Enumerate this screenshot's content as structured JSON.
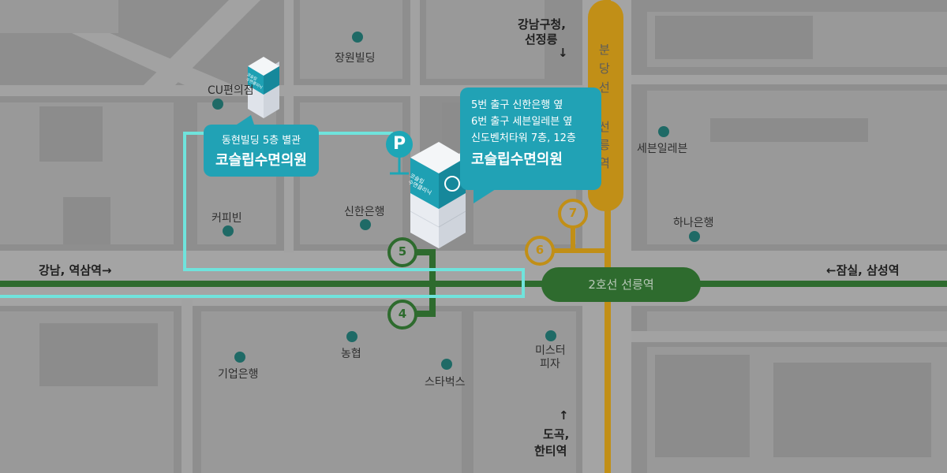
{
  "poi_labels": {
    "jangwon_building": "장원빌딩",
    "cu": "CU편의점",
    "coffee_bean": "커피빈",
    "shinhan": "신한은행",
    "seven_eleven": "세븐일레븐",
    "hana": "하나은행",
    "ibk": "기업은행",
    "nonghyup": "농협",
    "starbucks": "스타벅스",
    "mister_pizza_line1": "미스터",
    "mister_pizza_line2": "피자"
  },
  "directions": {
    "gangnam_gu_office_line1": "강남구청,",
    "gangnam_gu_office_line2": "선정릉",
    "gangnam_gu_office_arrow": "↓",
    "gangnam_station": "강남, 역삼역→",
    "jamsil_station": "←잠실, 삼성역",
    "dogok_arrow": "↑",
    "dogok_line1": "도곡,",
    "dogok_line2": "한티역"
  },
  "subway": {
    "bundang_line_chars": [
      "분",
      "당",
      "선",
      "선",
      "릉",
      "역"
    ],
    "line2_station": "2호선 선릉역",
    "exits": [
      "7",
      "6",
      "5",
      "4"
    ],
    "parking_symbol": "P"
  },
  "callouts": {
    "annex": {
      "line1": "동현빌딩 5층 별관",
      "clinic": "코슬립수면의원"
    },
    "main": {
      "line1": "5번 출구 신한은행 옆",
      "line2": "6번 출구 세븐일레븐 옆",
      "line3": "신도벤처타워 7층, 12층",
      "clinic": "코슬립수면의원"
    }
  },
  "building_signs": {
    "main_line1": "코슬립",
    "main_line2": "수면클리닉",
    "annex_line1": "코슬립",
    "annex_line2": "수면클리닉"
  },
  "colors": {
    "background": "#8e8e8e",
    "block": "#9a9a9a",
    "road": "#a4a4a4",
    "line2_green": "#2e6b2e",
    "bundang_yellow": "#c18f17",
    "route_cyan": "#6fe3dc",
    "callout_teal": "#21a2b5",
    "poi_dot": "#1f6a66"
  }
}
